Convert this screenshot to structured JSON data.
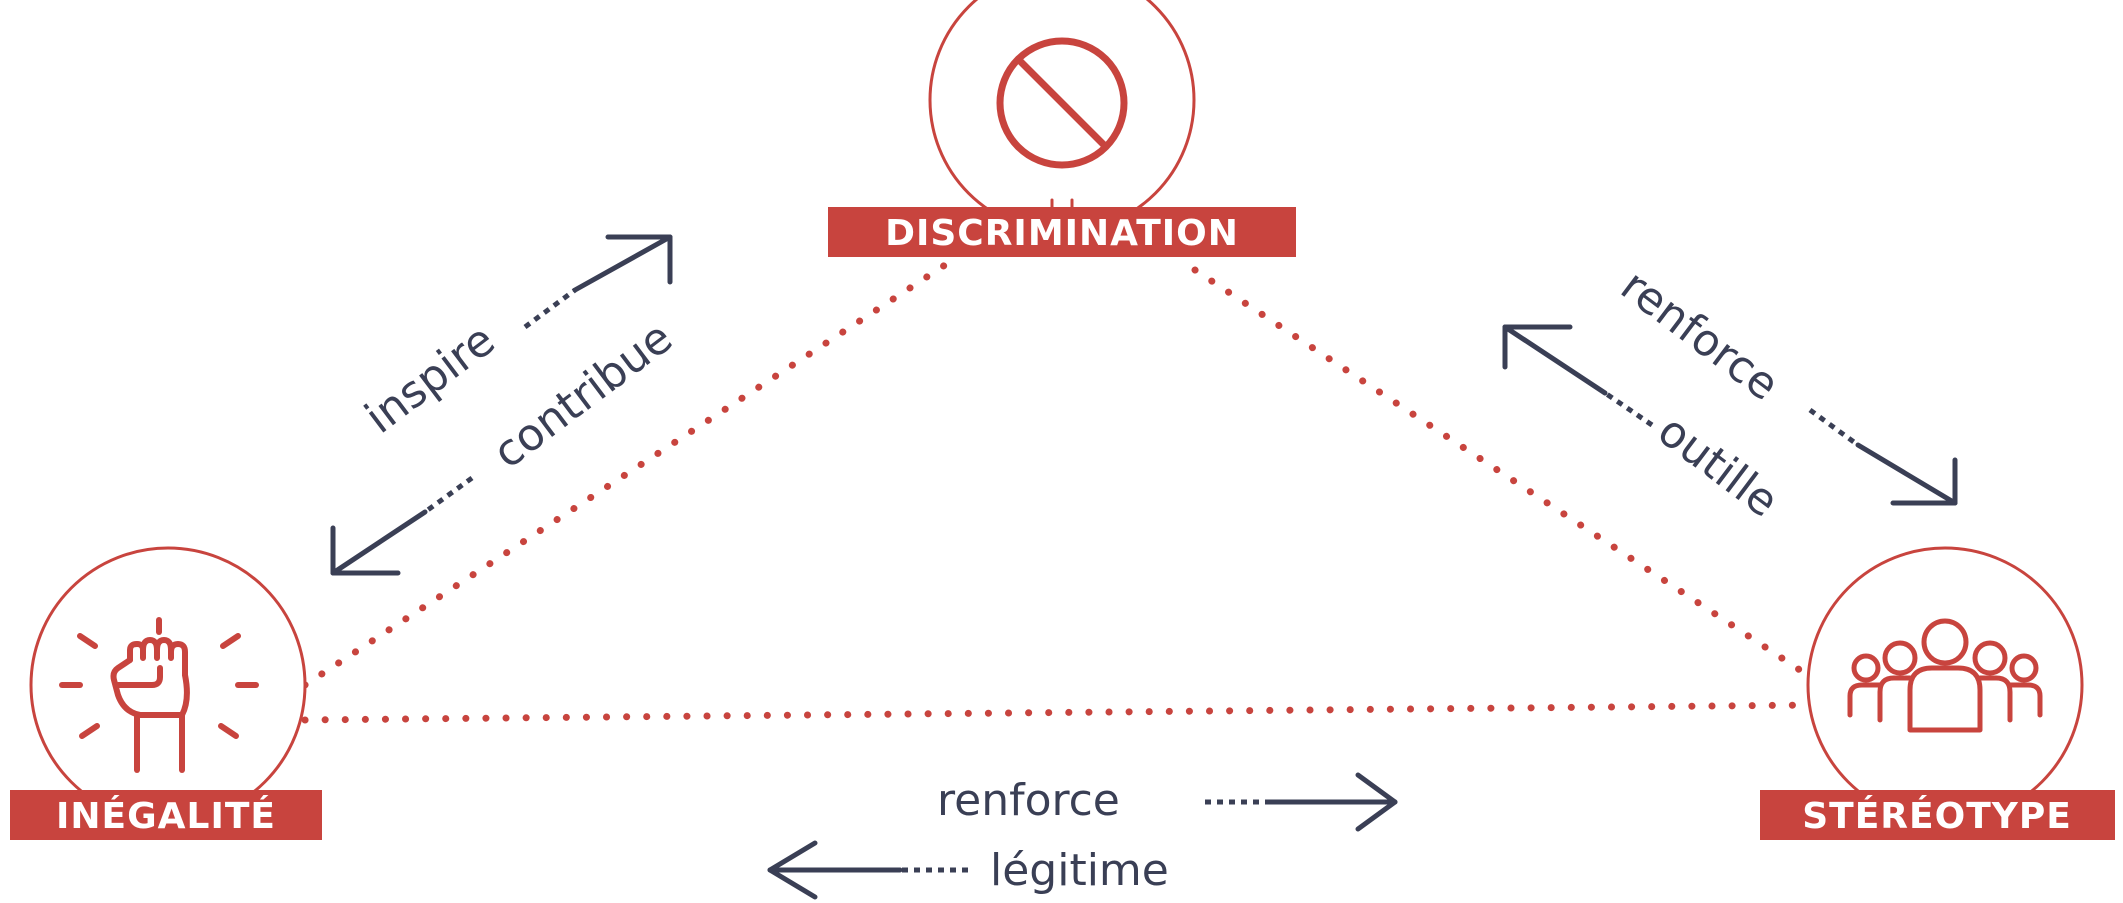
{
  "colors": {
    "accent": "#c8443e",
    "ink": "#3a3f55",
    "background": "#ffffff"
  },
  "nodes": {
    "discrimination": {
      "label": "DISCRIMINATION",
      "icon": "prohibited-icon"
    },
    "inegalite": {
      "label": "INÉGALITÉ",
      "icon": "raised-fist-icon"
    },
    "stereotype": {
      "label": "STÉRÉOTYPE",
      "icon": "people-group-icon"
    }
  },
  "relations": {
    "left_forward": "inspire",
    "left_backward": "contribue",
    "right_forward": "renforce",
    "right_backward": "outille",
    "bottom_forward": "renforce",
    "bottom_backward": "légitime"
  }
}
